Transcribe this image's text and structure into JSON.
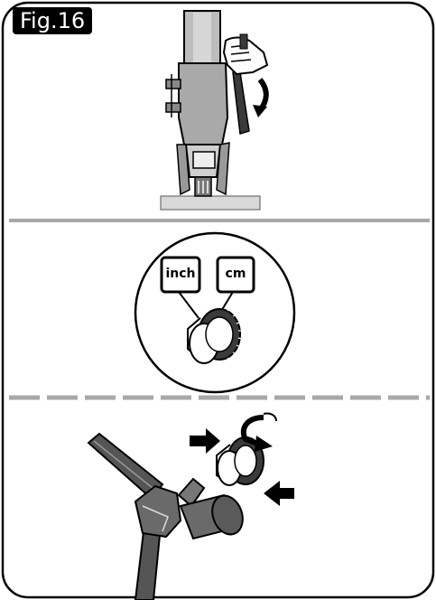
{
  "figure": {
    "label": "Fig.16",
    "units": {
      "inch": "inch",
      "cm": "cm"
    },
    "panels": [
      {
        "id": "panel-top",
        "content": "vacuum-handle-adjust"
      },
      {
        "id": "panel-middle",
        "content": "unit-dial"
      },
      {
        "id": "panel-bottom",
        "content": "dial-removal"
      }
    ],
    "colors": {
      "ink": "#000000",
      "gray_divider": "#a8a8a8",
      "fill_gray": "#d9d9d9",
      "dark_fill": "#3a3a3a"
    }
  }
}
